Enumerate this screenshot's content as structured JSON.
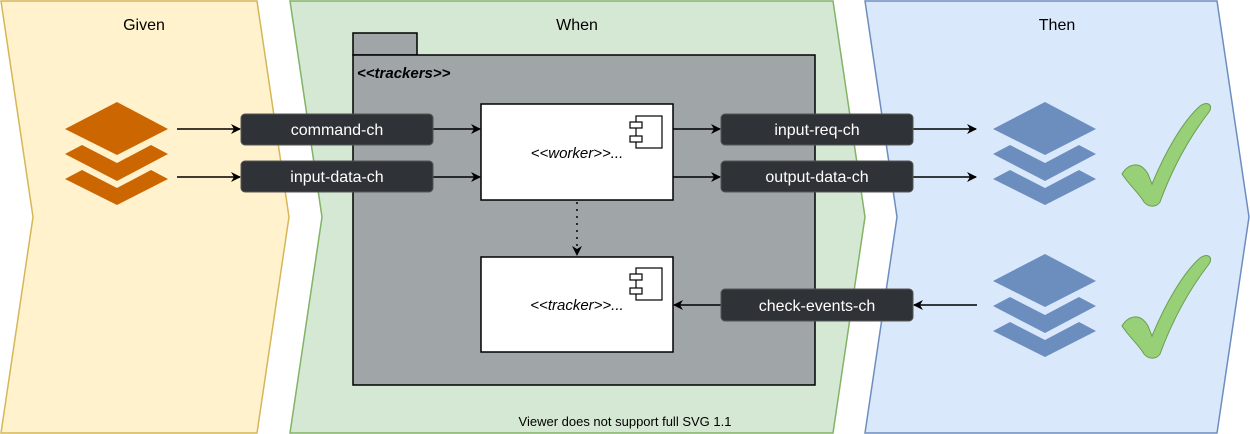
{
  "sections": {
    "given": {
      "title": "Given",
      "fill": "#fff2cc",
      "stroke": "#d6b656"
    },
    "when": {
      "title": "When",
      "fill": "#d5e8d4",
      "stroke": "#82b366"
    },
    "then": {
      "title": "Then",
      "fill": "#dae8fc",
      "stroke": "#6c8ebf"
    }
  },
  "package": {
    "stereotype": "<<trackers>>",
    "fill": "#a0a5a8"
  },
  "components": {
    "worker": "<<worker>>...",
    "tracker": "<<tracker>>..."
  },
  "channels": {
    "command": "command-ch",
    "input_data": "input-data-ch",
    "input_req": "input-req-ch",
    "output_data": "output-data-ch",
    "check_events": "check-events-ch",
    "fill": "#2f3237",
    "text_color": "#ffffff"
  },
  "icons": {
    "given_layers_color": "#cc6600",
    "then_layers_color": "#6c8ebf",
    "check_color": "#97d077",
    "check_stroke": "#6a9e4f"
  },
  "footer": {
    "warning": "Viewer does not support full SVG 1.1"
  }
}
